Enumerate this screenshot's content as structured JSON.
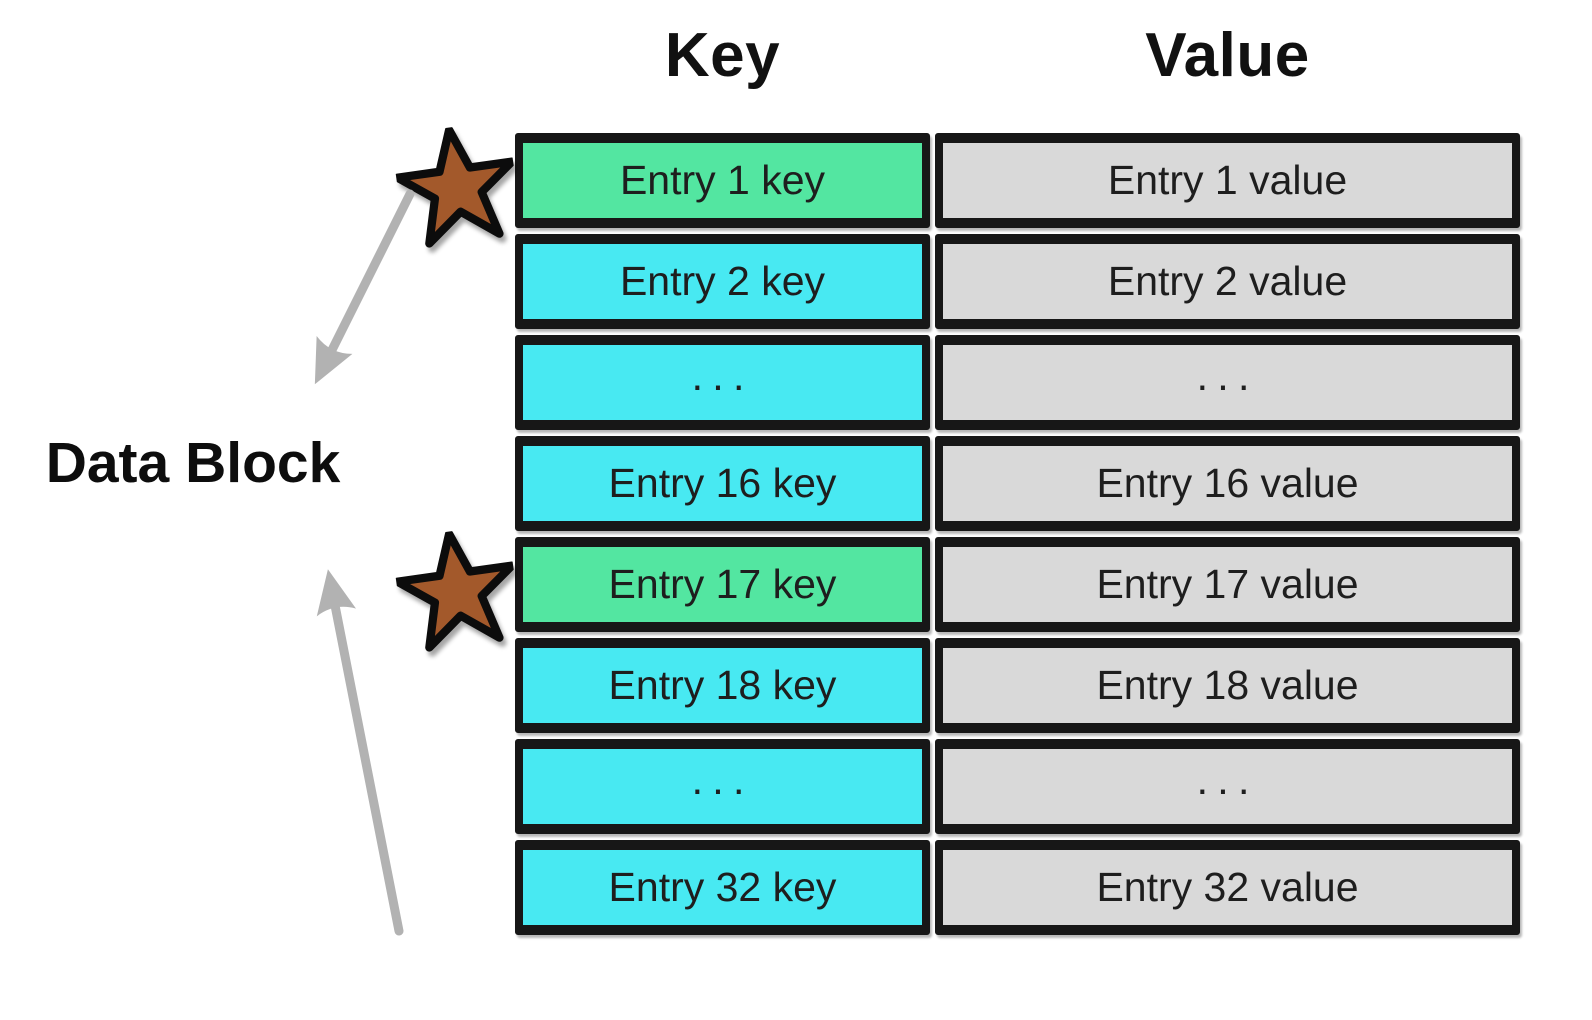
{
  "headers": {
    "key": "Key",
    "value": "Value"
  },
  "label": "Data Block",
  "rows": [
    {
      "key": "Entry 1 key",
      "value": "Entry 1 value",
      "starred": true,
      "ellipsis": false
    },
    {
      "key": "Entry 2 key",
      "value": "Entry 2 value",
      "starred": false,
      "ellipsis": false
    },
    {
      "key": "...",
      "value": "...",
      "starred": false,
      "ellipsis": true
    },
    {
      "key": "Entry 16 key",
      "value": "Entry 16 value",
      "starred": false,
      "ellipsis": false
    },
    {
      "key": "Entry 17 key",
      "value": "Entry 17 value",
      "starred": true,
      "ellipsis": false
    },
    {
      "key": "Entry 18 key",
      "value": "Entry 18 value",
      "starred": false,
      "ellipsis": false
    },
    {
      "key": "...",
      "value": "...",
      "starred": false,
      "ellipsis": true
    },
    {
      "key": "Entry 32 key",
      "value": "Entry 32 value",
      "starred": false,
      "ellipsis": false
    }
  ],
  "colors": {
    "key_highlight": "#53E6A1",
    "key_normal": "#48E9F2",
    "value_fill": "#D9D9D9",
    "border": "#171717",
    "text": "#1E1E1E",
    "star": "#A3592B",
    "arrow": "#B2B2B2"
  },
  "icons": {
    "star": "★",
    "arrow_down": "↙",
    "arrow_up": "↖"
  }
}
